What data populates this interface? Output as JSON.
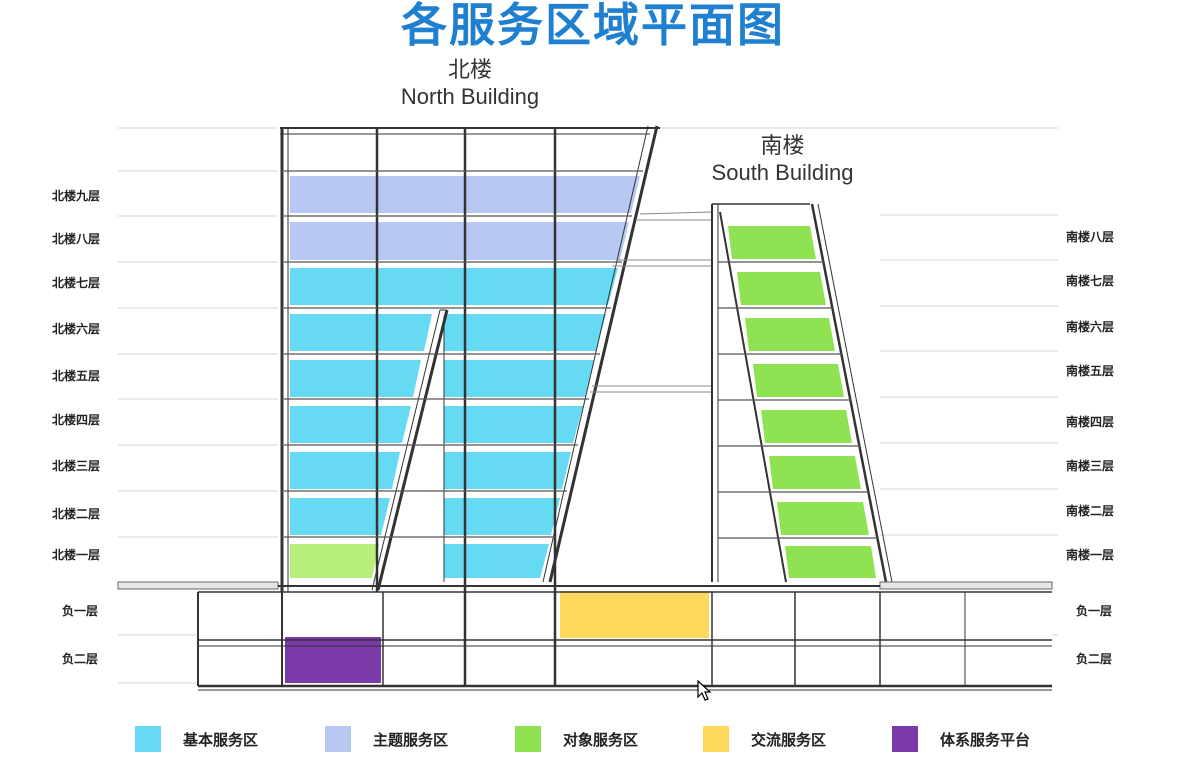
{
  "title": "各服务区域平面图",
  "north_building": {
    "cn": "北楼",
    "en": "North Building"
  },
  "south_building": {
    "cn": "南楼",
    "en": "South Building"
  },
  "north_floors": [
    "北楼九层",
    "北楼八层",
    "北楼七层",
    "北楼六层",
    "北楼五层",
    "北楼四层",
    "北楼三层",
    "北楼二层",
    "北楼一层"
  ],
  "south_floors": [
    "南楼八层",
    "南楼七层",
    "南楼六层",
    "南楼五层",
    "南楼四层",
    "南楼三层",
    "南楼二层",
    "南楼一层"
  ],
  "basement_floors": [
    "负一层",
    "负二层"
  ],
  "legend": [
    {
      "label": "基本服务区",
      "color": "#66d9f3"
    },
    {
      "label": "主题服务区",
      "color": "#b7c9f3"
    },
    {
      "label": "对象服务区",
      "color": "#8fe352"
    },
    {
      "label": "交流服务区",
      "color": "#fcd95a"
    },
    {
      "label": "体系服务平台",
      "color": "#7a3aa9"
    }
  ]
}
